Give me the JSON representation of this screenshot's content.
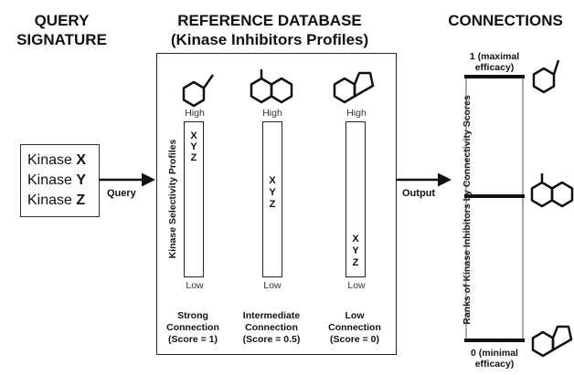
{
  "query": {
    "title_line1": "QUERY",
    "title_line2": "SIGNATURE",
    "kinases": [
      {
        "prefix": "Kinase",
        "letter": "X"
      },
      {
        "prefix": "Kinase",
        "letter": "Y"
      },
      {
        "prefix": "Kinase",
        "letter": "Z"
      }
    ],
    "arrow_label": "Query"
  },
  "reference": {
    "title_line1": "REFERENCE DATABASE",
    "title_line2": "(Kinase Inhibitors Profiles)",
    "axis_label": "Kinase Selectivity Profiles",
    "high_label": "High",
    "low_label": "Low",
    "columns": [
      {
        "letters": [
          "X",
          "Y",
          "Z"
        ],
        "position": "high",
        "caption_line1": "Strong",
        "caption_line2": "Connection",
        "caption_line3": "(Score = 1)"
      },
      {
        "letters": [
          "X",
          "Y",
          "Z"
        ],
        "position": "middle",
        "caption_line1": "Intermediate",
        "caption_line2": "Connection",
        "caption_line3": "(Score = 0.5)"
      },
      {
        "letters": [
          "X",
          "Y",
          "Z"
        ],
        "position": "low",
        "caption_line1": "Low",
        "caption_line2": "Connection",
        "caption_line3": "(Score = 0)"
      }
    ],
    "output_label": "Output"
  },
  "connections": {
    "title": "CONNECTIONS",
    "axis_label": "Ranks of Kinase Inhibitors by Connectivity Scores",
    "top_label_line1": "1 (maximal",
    "top_label_line2": "efficacy)",
    "bottom_label_line1": "0 (minimal",
    "bottom_label_line2": "efficacy)"
  },
  "colors": {
    "line": "#111111",
    "panel_border": "#222222"
  }
}
